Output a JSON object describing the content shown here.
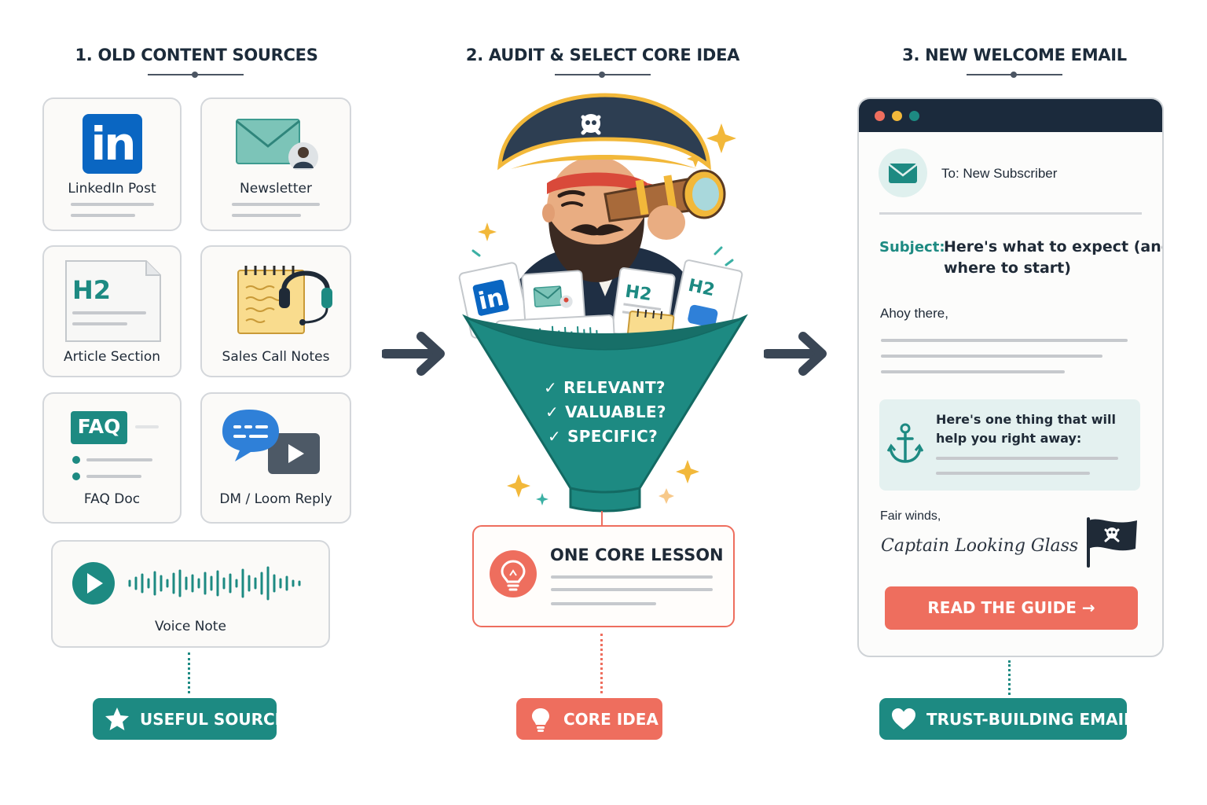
{
  "columns": {
    "sources": {
      "title": "1. OLD CONTENT SOURCES"
    },
    "audit": {
      "title": "2. AUDIT & SELECT CORE IDEA"
    },
    "email": {
      "title": "3. NEW WELCOME EMAIL"
    }
  },
  "sources": [
    {
      "label": "LinkedIn Post",
      "icon": "linkedin-icon"
    },
    {
      "label": "Newsletter",
      "icon": "envelope-icon"
    },
    {
      "label": "Article Section",
      "icon": "document-h2-icon"
    },
    {
      "label": "Sales Call Notes",
      "icon": "notepad-headset-icon"
    },
    {
      "label": "FAQ Doc",
      "icon": "faq-icon"
    },
    {
      "label": "DM / Loom Reply",
      "icon": "chat-video-icon"
    },
    {
      "label": "Voice Note",
      "icon": "play-waveform-icon"
    }
  ],
  "source_glyphs": {
    "linkedin": "in",
    "article": "H2",
    "faq": "FAQ"
  },
  "funnel": {
    "checks": [
      "RELEVANT?",
      "VALUABLE?",
      "SPECIFIC?"
    ],
    "tick": "✓"
  },
  "core": {
    "title": "ONE CORE LESSON",
    "icon": "lightbulb-icon"
  },
  "email": {
    "to": "To: New Subscriber",
    "subject_label": "Subject:",
    "subject_line1": "Here's what to expect (and",
    "subject_line2": "where to start)",
    "greeting": "Ahoy there,",
    "callout_line1": "Here's one thing that will",
    "callout_line2": "help you right away:",
    "signoff": "Fair winds,",
    "signature": "Captain Looking Glass",
    "cta": "READ THE GUIDE →"
  },
  "badges": {
    "source": "USEFUL SOURCE",
    "core": "CORE IDEA",
    "email": "TRUST-BUILDING EMAIL"
  },
  "colors": {
    "teal": "#1d8a82",
    "coral": "#ee6e5e",
    "navy": "#1b2a3c",
    "linkedin": "#0a66c2",
    "gold": "#f2b83a"
  }
}
